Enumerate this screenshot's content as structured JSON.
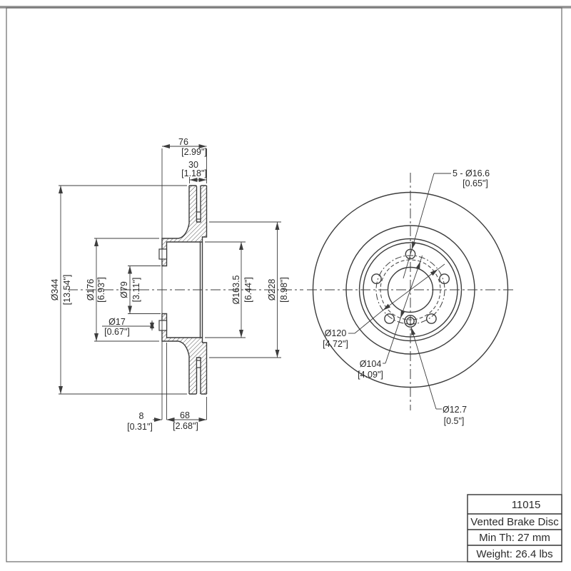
{
  "sheet": {
    "background": "#ffffff",
    "line_color": "#3d3d3d",
    "border_color": "#8f8f8f"
  },
  "title_block": {
    "part_number": "11015",
    "product_type": "Vented Brake Disc",
    "min_thickness": "Min Th: 27 mm",
    "weight": "Weight: 26.4 lbs"
  },
  "dimensions": {
    "overall_width": {
      "mm": "76",
      "in": "[2.99\"]"
    },
    "disc_thickness": {
      "mm": "30",
      "in": "[1.18\"]"
    },
    "outer_diameter": {
      "mm": "Ø344",
      "in": "[13.54\"]"
    },
    "hat_diameter": {
      "mm": "Ø176",
      "in": "[6.93\"]"
    },
    "pilot_diameter": {
      "mm": "Ø79",
      "in": "[3.11\"]"
    },
    "lug_hole": {
      "mm": "Ø17",
      "in": "[0.67\"]"
    },
    "inner_diameter": {
      "mm": "Ø163.5",
      "in": "[6.44\"]"
    },
    "vent_diameter": {
      "mm": "Ø228",
      "in": "[8.98\"]"
    },
    "hat_face_thickness": {
      "mm": "8",
      "in": "[0.31\"]"
    },
    "hat_depth": {
      "mm": "68",
      "in": "[2.68\"]"
    },
    "bolt_holes": {
      "mm": "5 - Ø16.6",
      "in": "[0.65\"]"
    },
    "bolt_circle": {
      "mm": "Ø120",
      "in": "[4.72\"]"
    },
    "set_screw_circle": {
      "mm": "Ø104",
      "in": "[4.09\"]"
    },
    "set_screw_hole": {
      "mm": "Ø12.7",
      "in": "[0.5\"]"
    }
  }
}
